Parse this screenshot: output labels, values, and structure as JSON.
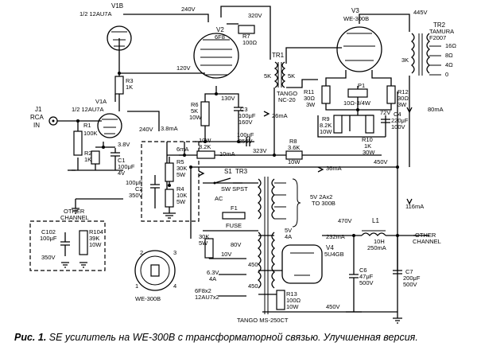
{
  "figure": {
    "caption_prefix": "Рис. 1.",
    "caption_text": "SE усилитель на WE-300B с трансформаторной связью. Улучшенная версия."
  },
  "labels": {
    "v1b": "V1B",
    "v1b_type": "1/2 12AU7A",
    "v1a": "V1A",
    "v1a_type": "1/2 12AU7A",
    "j1": "J1",
    "rca": "RCA",
    "in": "IN",
    "r1": "R1",
    "r1v": "100K",
    "r2": "R2",
    "r2v": "1K",
    "c1": "C1",
    "c1v1": "100μF",
    "c1v2": "4V",
    "r3": "R3",
    "r3v": "1K",
    "v1a_k": "3.8V",
    "v240a": "240V",
    "v240b": "240V",
    "i38": "3.8mA",
    "v120": "120V",
    "v2": "V2",
    "v2t": "6F8",
    "r7": "R7",
    "r7v": "100Ω",
    "v320": "320V",
    "v130": "130V",
    "r6": "R6",
    "r6v1": "5K",
    "r6v2": "10W",
    "c3": "C3",
    "c3v1": "100μF",
    "c3v2": "160V",
    "c3b1": "100μF",
    "c3b2": "350V",
    "i26": "26mA",
    "v323": "323V",
    "i10": "10mA",
    "r8k2": "8.2K",
    "r8k2w": "10W",
    "i6": "6mA",
    "r5": "R5",
    "r5v1": "30K",
    "r5v2": "5W",
    "r4": "R4",
    "r4v1": "10K",
    "r4v2": "5W",
    "c2a": "100μF",
    "c2": "C2",
    "c2b": "350V",
    "tr1": "TR1",
    "tr1_5ka": "5K",
    "tr1_5kb": "5K",
    "tr1_n1": "TANGO",
    "tr1_n2": "NC-20",
    "v3": "V3",
    "v3t": "WE-300B",
    "v445": "445V",
    "tr2": "TR2",
    "tr2_n1": "TAMURA",
    "tr2_n2": "F2007",
    "tr2_3k": "3K",
    "o16": "16Ω",
    "o8": "8Ω",
    "o4": "4Ω",
    "o0": "0",
    "r11": "R11",
    "r11v1": "30Ω",
    "r11v2": "3W",
    "p1": "P1",
    "p1v": "10Ω-3/4W",
    "r12": "R12",
    "r12v1": "30Ω",
    "r12v2": "3W",
    "v72": "72V",
    "r9": "R9",
    "r9v1": "8.2K",
    "r9v2": "10W",
    "c4": "C4",
    "c4v1": "220μF",
    "c4v2": "100V",
    "r10": "R10",
    "r10v1": "1K",
    "r10v2": "30W",
    "i80": "80mA",
    "r8": "R8",
    "r8v1": "3.6K",
    "r8v2": "10W",
    "i36": "36mA",
    "v450a": "450V",
    "i116": "116mA",
    "s1": "S1",
    "tr3": "TR3",
    "sw": "SW SPST",
    "ac": "AC",
    "f1": "F1",
    "fuse": "FUSE",
    "bracket1": "5V 2Ax2",
    "bracket2": "TO 300B",
    "v5": "5V",
    "a4a": "4A",
    "v470": "470V",
    "i232": "232mA",
    "l1": "L1",
    "l1v1": "10H",
    "l1v2": "250mA",
    "oc1": "OTHER",
    "oc2": "CHANNEL",
    "v4": "V4",
    "v4t": "5U4GB",
    "c6": "C6",
    "c6v1": "47μF",
    "c6v2": "500V",
    "c7": "C7",
    "c7v1": "200μF",
    "c7v2": "500V",
    "k30": "30K",
    "k30w": "5W",
    "v10": "10V",
    "v80": "80V",
    "v63": "6.3V",
    "a4b": "4A",
    "f6": "6F8x2",
    "f7": "12AU7x2",
    "n450a": "450",
    "n450b": "450",
    "r13": "R13",
    "r13v1": "100Ω",
    "r13v2": "10W",
    "v450b": "450V",
    "ms250": "TANGO MS-250CT",
    "oc3": "OTHER",
    "oc4": "CHANNEL",
    "c102": "C102",
    "c102v1": "100μF",
    "c102v2": "350V",
    "r104": "R104",
    "r104v1": "39K",
    "r104v2": "10W",
    "we300b": "WE-300B",
    "p1n": "1",
    "p2n": "2",
    "p3n": "3",
    "p4n": "4"
  }
}
